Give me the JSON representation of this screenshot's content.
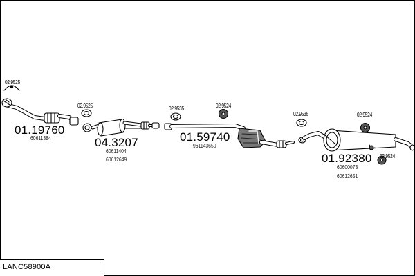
{
  "diagram_code": "LANC58900A",
  "parts": [
    {
      "number": "01.19760",
      "oem": [
        "60611384"
      ]
    },
    {
      "number": "04.3207",
      "oem": [
        "60611404",
        "60612649"
      ]
    },
    {
      "number": "01.59740",
      "oem": [
        "961143650"
      ]
    },
    {
      "number": "01.92380",
      "oem": [
        "60600073",
        "60612651"
      ]
    }
  ],
  "fittings": [
    {
      "code": "02.9525",
      "icon": "pipe-clamp-icon"
    },
    {
      "code": "02.9525",
      "icon": "gasket-ring-icon"
    },
    {
      "code": "02.9535",
      "icon": "gasket-ring-icon"
    },
    {
      "code": "02.9524",
      "icon": "rubber-mount-icon"
    },
    {
      "code": "02.9535",
      "icon": "gasket-ring-icon"
    },
    {
      "code": "02.9524",
      "icon": "rubber-mount-icon"
    },
    {
      "code": "02.9524",
      "icon": "rubber-mount-icon"
    }
  ]
}
